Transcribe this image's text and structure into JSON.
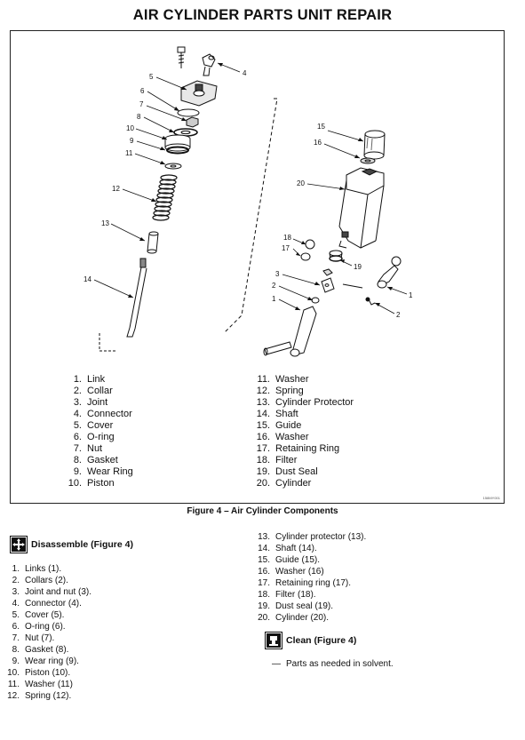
{
  "page": {
    "title": "AIR CYLINDER PARTS UNIT REPAIR"
  },
  "figure": {
    "caption": "Figure 4 – Air Cylinder Components",
    "code": "158MY001",
    "callouts": [
      "1",
      "2",
      "3",
      "4",
      "5",
      "6",
      "7",
      "8",
      "9",
      "10",
      "11",
      "12",
      "13",
      "14",
      "15",
      "16",
      "17",
      "18",
      "19",
      "20"
    ],
    "legend_left": [
      {
        "num": "1.",
        "label": "Link"
      },
      {
        "num": "2.",
        "label": "Collar"
      },
      {
        "num": "3.",
        "label": "Joint"
      },
      {
        "num": "4.",
        "label": "Connector"
      },
      {
        "num": "5.",
        "label": "Cover"
      },
      {
        "num": "6.",
        "label": "O-ring"
      },
      {
        "num": "7.",
        "label": "Nut"
      },
      {
        "num": "8.",
        "label": "Gasket"
      },
      {
        "num": "9.",
        "label": "Wear Ring"
      },
      {
        "num": "10.",
        "label": "Piston"
      }
    ],
    "legend_right": [
      {
        "num": "11.",
        "label": "Washer"
      },
      {
        "num": "12.",
        "label": "Spring"
      },
      {
        "num": "13.",
        "label": "Cylinder Protector"
      },
      {
        "num": "14.",
        "label": "Shaft"
      },
      {
        "num": "15.",
        "label": "Guide"
      },
      {
        "num": "16.",
        "label": "Washer"
      },
      {
        "num": "17.",
        "label": "Retaining Ring"
      },
      {
        "num": "18.",
        "label": "Filter"
      },
      {
        "num": "19.",
        "label": "Dust Seal"
      },
      {
        "num": "20.",
        "label": "Cylinder"
      }
    ]
  },
  "disassemble": {
    "heading": "Disassemble (Figure 4)",
    "icon": "disassemble-icon",
    "steps_left": [
      {
        "num": "1.",
        "text": "Links (1)."
      },
      {
        "num": "2.",
        "text": "Collars (2)."
      },
      {
        "num": "3.",
        "text": "Joint and nut (3)."
      },
      {
        "num": "4.",
        "text": "Connector (4)."
      },
      {
        "num": "5.",
        "text": "Cover (5)."
      },
      {
        "num": "6.",
        "text": "O-ring (6)."
      },
      {
        "num": "7.",
        "text": "Nut (7)."
      },
      {
        "num": "8.",
        "text": "Gasket (8)."
      },
      {
        "num": "9.",
        "text": "Wear ring (9)."
      },
      {
        "num": "10.",
        "text": "Piston (10)."
      },
      {
        "num": "11.",
        "text": "Washer (11)"
      },
      {
        "num": "12.",
        "text": "Spring (12)."
      }
    ],
    "steps_right": [
      {
        "num": "13.",
        "text": "Cylinder protector (13)."
      },
      {
        "num": "14.",
        "text": "Shaft (14)."
      },
      {
        "num": "15.",
        "text": "Guide (15)."
      },
      {
        "num": "16.",
        "text": "Washer (16)"
      },
      {
        "num": "17.",
        "text": "Retaining ring (17)."
      },
      {
        "num": "18.",
        "text": "Filter (18)."
      },
      {
        "num": "19.",
        "text": "Dust seal (19)."
      },
      {
        "num": "20.",
        "text": "Cylinder (20)."
      }
    ]
  },
  "clean": {
    "heading": "Clean (Figure 4)",
    "icon": "clean-icon",
    "bullet": "Parts as needed in solvent."
  }
}
